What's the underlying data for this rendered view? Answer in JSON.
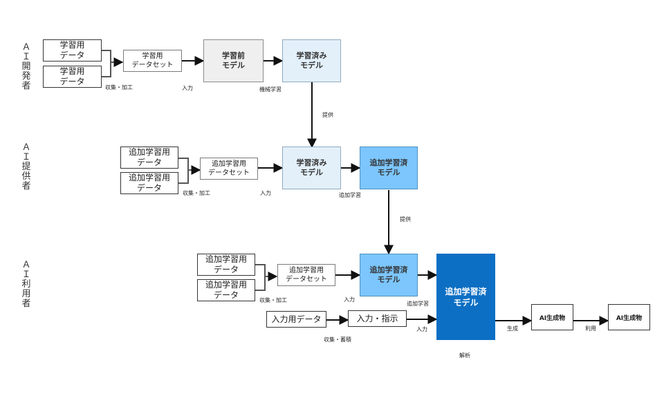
{
  "lanes": {
    "developer": "ＡＩ開発者",
    "provider": "ＡＩ提供者",
    "user": "ＡＩ利用者"
  },
  "developer": {
    "data_1": "学習用\nデータ",
    "data_2": "学習用\nデータ",
    "collect": "収集・加工",
    "dataset": "学習用\nデータセット",
    "input": "入力",
    "model_untrained": "学習前\nモデル",
    "train": "機械学習",
    "model_trained": "学習済み\nモデル",
    "provide": "提供"
  },
  "provider": {
    "data_1": "追加学習用\nデータ",
    "data_2": "追加学習用\nデータ",
    "collect": "収集・加工",
    "dataset": "追加学習用\nデータセット",
    "input": "入力",
    "model_trained": "学習済み\nモデル",
    "additional_training": "追加学習",
    "model_finetuned": "追加学習済\nモデル",
    "provide": "提供"
  },
  "user": {
    "data_1": "追加学習用\nデータ",
    "data_2": "追加学習用\nデータ",
    "collect": "収集・加工",
    "dataset": "追加学習用\nデータセット",
    "input": "入力",
    "model_finetuned": "追加学習済\nモデル",
    "additional_training": "追加学習",
    "model_final": "追加学習済\nモデル",
    "input_data": "入力用データ",
    "collect_store": "収集・蓄積",
    "instruction": "入力・指示",
    "input_2": "入力",
    "analysis": "解析",
    "generate": "生成",
    "output_1": "AI生成物",
    "use": "利用",
    "output_2": "AI生成物"
  }
}
